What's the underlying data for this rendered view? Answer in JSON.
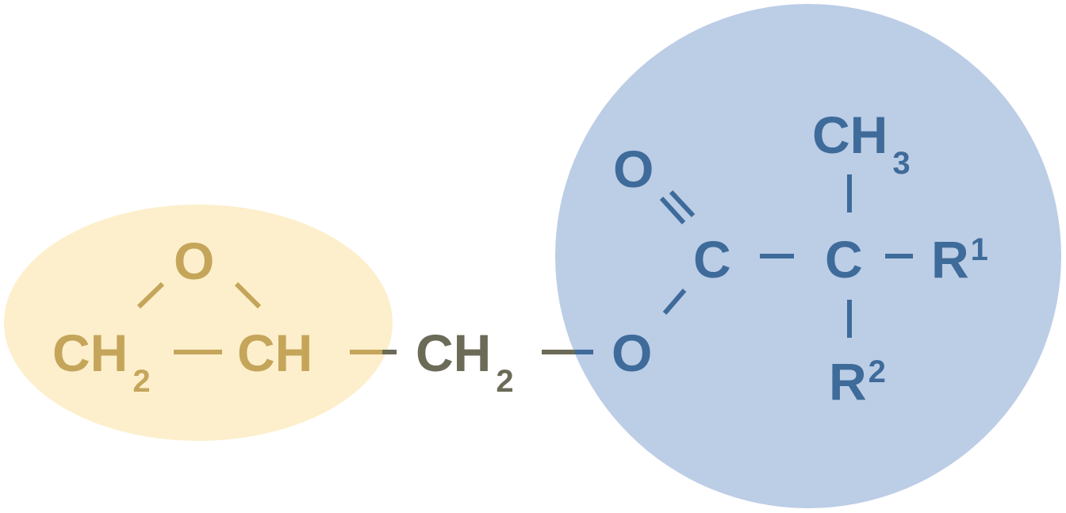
{
  "diagram": {
    "title": "Glycidyl ester structure",
    "regions": [
      {
        "name": "epoxide-group",
        "shape": "ellipse",
        "color": "#fdefcc"
      },
      {
        "name": "ester-group",
        "shape": "circle",
        "color": "#bccde6"
      }
    ],
    "colors": {
      "epoxide_text": "#c4a55a",
      "linker_text": "#6b6b58",
      "ester_text": "#3e6b9a"
    },
    "atoms": {
      "epoxide_o": {
        "label": "O"
      },
      "epoxide_ch2": {
        "label": "CH",
        "sub": "2"
      },
      "epoxide_ch": {
        "label": "CH"
      },
      "linker_ch2": {
        "label": "CH",
        "sub": "2"
      },
      "ester_o_single": {
        "label": "O"
      },
      "ester_o_double": {
        "label": "O"
      },
      "carbonyl_c": {
        "label": "C"
      },
      "quaternary_c": {
        "label": "C"
      },
      "methyl": {
        "label": "CH",
        "sub": "3"
      },
      "r1": {
        "label": "R",
        "sup": "1"
      },
      "r2": {
        "label": "R",
        "sup": "2"
      }
    }
  }
}
